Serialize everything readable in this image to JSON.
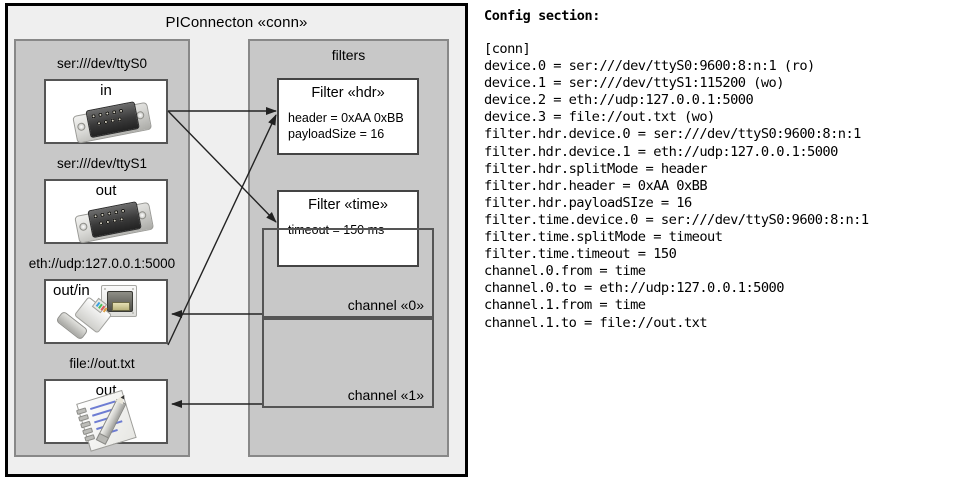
{
  "diagram": {
    "title": "PIConnecton «conn»",
    "devices_panel": {
      "groups": [
        {
          "label": "ser:///dev/ttyS0",
          "direction": "in",
          "icon": "serial-db9-connector-icon"
        },
        {
          "label": "ser:///dev/ttyS1",
          "direction": "out",
          "icon": "serial-db9-connector-icon"
        },
        {
          "label": "eth://udp:127.0.0.1:5000",
          "direction": "out/in",
          "icon": "ethernet-rj45-icon"
        },
        {
          "label": "file://out.txt",
          "direction": "out",
          "icon": "file-notepad-icon"
        }
      ]
    },
    "filters_panel": {
      "title": "filters",
      "filters": [
        {
          "title": "Filter «hdr»",
          "attrs": [
            "header = 0xAA 0xBB",
            "payloadSize = 16"
          ]
        },
        {
          "title": "Filter «time»",
          "attrs": [
            "timeout = 150 ms"
          ]
        }
      ],
      "channels": [
        {
          "label": "channel «0»"
        },
        {
          "label": "channel «1»"
        }
      ]
    }
  },
  "config": {
    "heading": "Config section:",
    "text": "[conn]\ndevice.0 = ser:///dev/ttyS0:9600:8:n:1 (ro)\ndevice.1 = ser:///dev/ttyS1:115200 (wo)\ndevice.2 = eth://udp:127.0.0.1:5000\ndevice.3 = file://out.txt (wo)\nfilter.hdr.device.0 = ser:///dev/ttyS0:9600:8:n:1\nfilter.hdr.device.1 = eth://udp:127.0.0.1:5000\nfilter.hdr.splitMode = header\nfilter.hdr.header = 0xAA 0xBB\nfilter.hdr.payloadSIze = 16\nfilter.time.device.0 = ser:///dev/ttyS0:9600:8:n:1\nfilter.time.splitMode = timeout\nfilter.time.timeout = 150\nchannel.0.from = time\nchannel.0.to = eth://udp:127.0.0.1:5000\nchannel.1.from = time\nchannel.1.to = file://out.txt"
  },
  "colors": {
    "page_background": "#ffffff",
    "outer_frame_fill": "#efefef",
    "panel_fill": "#c8c8c8",
    "box_fill": "#ffffff",
    "line": "#333333"
  }
}
